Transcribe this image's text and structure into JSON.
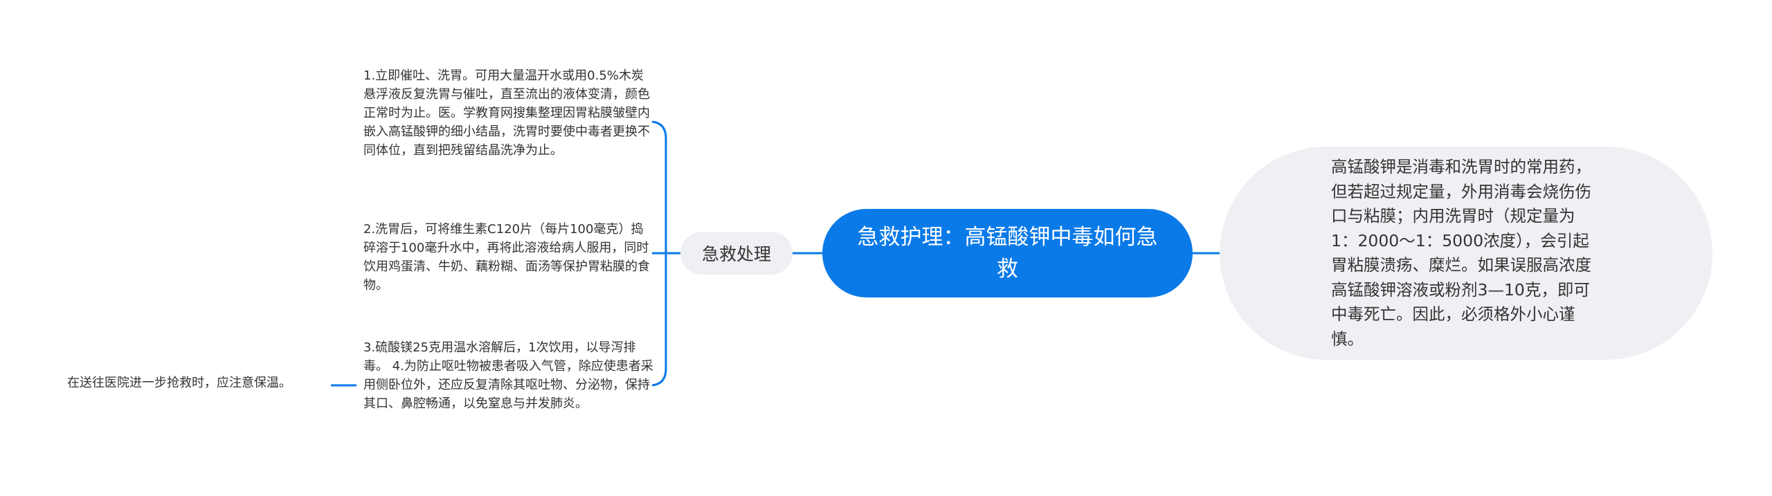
{
  "mindmap": {
    "central": {
      "text": "急救护理：高锰酸钾中毒如何急救"
    },
    "right_topic": {
      "text": "高锰酸钾是消毒和洗胃时的常用药，但若超过规定量，外用消毒会烧伤伤口与粘膜；内用洗胃时（规定量为1：2000～1：5000浓度），会引起胃粘膜溃疡、糜烂。如果误服高浓度高锰酸钾溶液或粉剂3—10克，即可中毒死亡。因此，必须格外小心谨慎。"
    },
    "left_branch": {
      "label": "急救处理",
      "children": [
        {
          "text": "1.立即催吐、洗胃。可用大量温开水或用0.5%木炭悬浮液反复洗胃与催吐，直至流出的液体变清，颜色正常时为止。医。学教育网搜集整理因胃粘膜皱壁内嵌入高锰酸钾的细小结晶，洗胃时要使中毒者更换不同体位，直到把残留结晶洗净为止。"
        },
        {
          "text": "2.洗胃后，可将维生素C120片（每片100毫克）捣碎溶于100毫升水中，再将此溶液给病人服用，同时饮用鸡蛋清、牛奶、藕粉糊、面汤等保护胃粘膜的食物。"
        },
        {
          "text": "3.硫酸镁25克用温水溶解后，1次饮用，以导泻排毒。 4.为防止呕吐物被患者吸入气管，除应使患者采用侧卧位外，还应反复清除其呕吐物、分泌物，保持其口、鼻腔畅通，以免窒息与并发肺炎。",
          "children": [
            {
              "text": "在送往医院进一步抢救时，应注意保温。"
            }
          ]
        }
      ]
    },
    "colors": {
      "central_fill": "#0a7ae8",
      "connector": "#0a7ae8",
      "topic_fill": "#eef0f3",
      "text": "#333333"
    }
  }
}
